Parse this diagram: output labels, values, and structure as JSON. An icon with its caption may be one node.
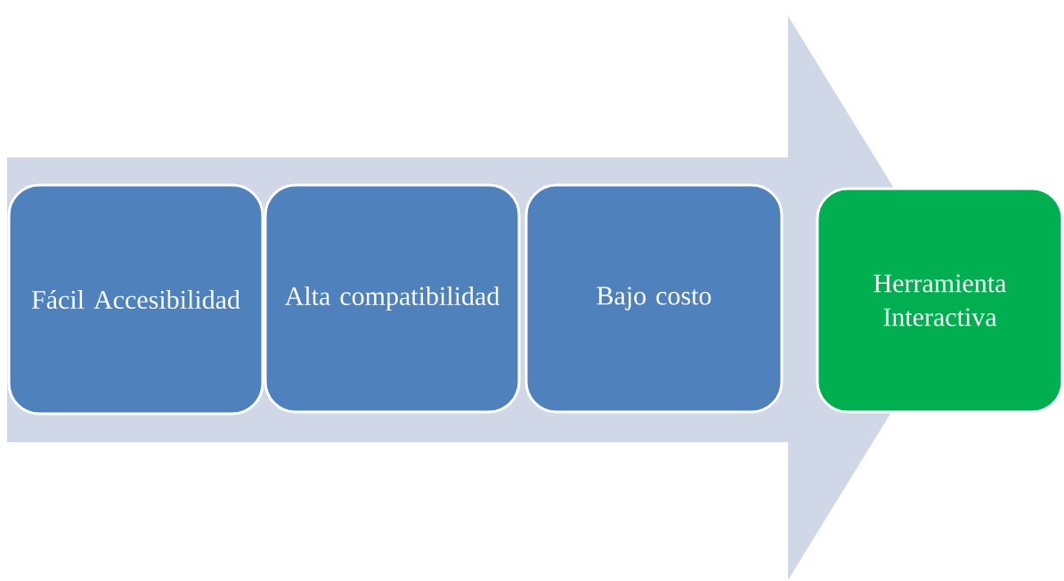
{
  "diagram": {
    "nodes": [
      {
        "text": [
          "Fácil Accesibilidad"
        ]
      },
      {
        "text": [
          "Alta compatibilidad"
        ]
      },
      {
        "text": [
          "Bajo costo"
        ]
      },
      {
        "text": [
          "Herramienta Interactiva"
        ]
      }
    ]
  }
}
